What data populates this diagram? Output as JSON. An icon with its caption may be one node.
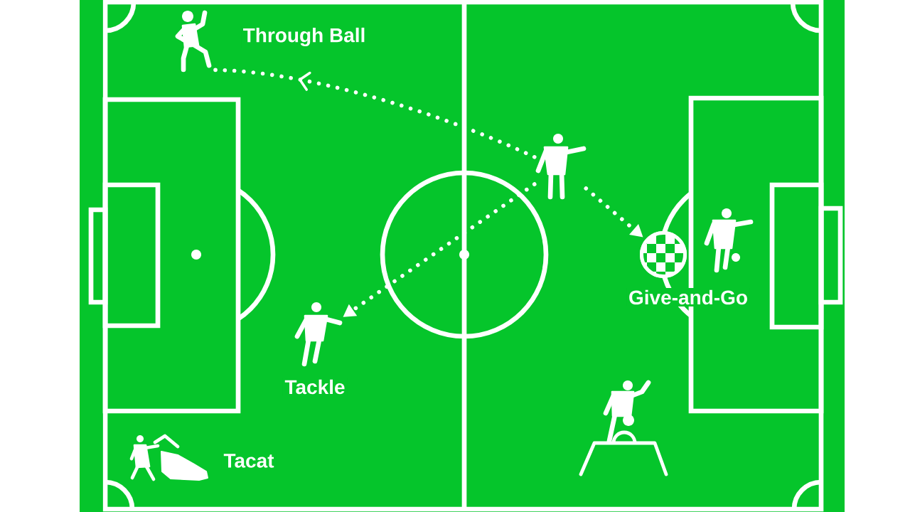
{
  "diagram": {
    "nodes": [
      {
        "text": [],
        "shape": "person",
        "beside": [
          "Through Ball"
        ]
      },
      {
        "text": [],
        "shape": "person"
      },
      {
        "text": [],
        "shape": "circle",
        "beside": [
          "Give-and-Go"
        ]
      },
      {
        "text": [],
        "shape": "person"
      },
      {
        "text": [],
        "shape": "person",
        "beside": [
          "Tackle"
        ]
      },
      {
        "text": [],
        "shape": "picture",
        "beside": [
          "Tacat"
        ]
      },
      {
        "text": [],
        "shape": "person"
      }
    ],
    "edges": [
      {
        "from": 1,
        "to": 0,
        "arrow": "to",
        "style": "dashed"
      },
      {
        "from": 1,
        "to": 4,
        "arrow": "to",
        "style": "dashed"
      },
      {
        "from": 1,
        "to": 2,
        "arrow": "to",
        "style": "dashed"
      }
    ]
  }
}
